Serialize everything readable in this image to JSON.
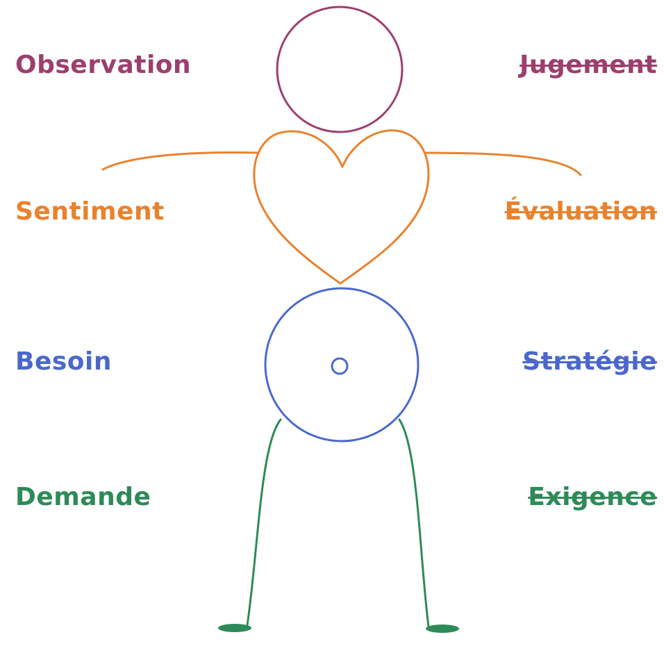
{
  "colors": {
    "observation": "#9c3f6e",
    "feeling": "#e8822e",
    "need": "#4a68cc",
    "request": "#2e8a58"
  },
  "left_labels": {
    "row1": "Observation",
    "row2": "Sentiment",
    "row3": "Besoin",
    "row4": "Demande"
  },
  "right_labels": {
    "row1": "Jugement",
    "row2": "Évaluation",
    "row3": "Stratégie",
    "row4": "Exigence"
  }
}
